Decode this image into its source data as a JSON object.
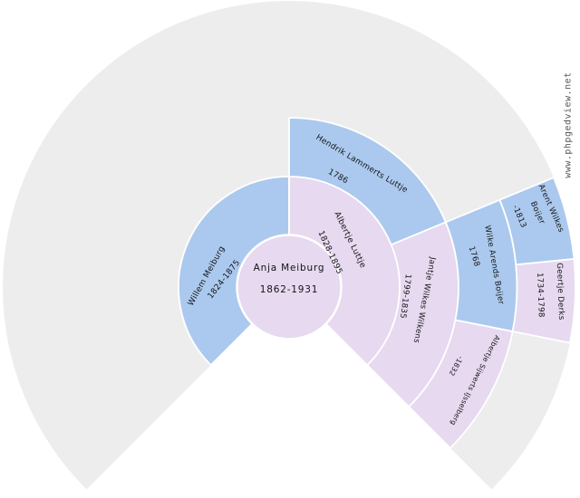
{
  "page": {
    "background_color": "#ffffff",
    "text_color": "#141414"
  },
  "watermark": {
    "text": "www.phpgedview.net"
  },
  "chart_data": {
    "type": "sunburst",
    "subtype": "genealogy-fan-chart",
    "fan_degrees": 270,
    "generations_shown": 5,
    "legend": {
      "male_color": "#abc9ee",
      "female_color": "#e6d9f0",
      "empty_color": "#ededed",
      "separator_color": "#ffffff"
    },
    "root": {
      "name": "Anja Meiburg",
      "dates": "1862-1931"
    },
    "people": [
      {
        "id": "anja-meiburg",
        "name": "Anja Meiburg",
        "dates": "1862-1931",
        "sex": "F",
        "generation": 0,
        "slot": 0
      },
      {
        "id": "willem-meiburg",
        "name": "Willem Meiburg",
        "dates": "1824-1875",
        "sex": "M",
        "generation": 1,
        "slot": 0
      },
      {
        "id": "albertje-luttje",
        "name": "Albertje Luttje",
        "dates": "1828-1895",
        "sex": "F",
        "generation": 1,
        "slot": 1
      },
      {
        "id": "hendrik-lammerts-luttje",
        "name": "Hendrik Lammerts Luttje",
        "dates": "1786",
        "sex": "M",
        "generation": 2,
        "slot": 2
      },
      {
        "id": "jantje-wilkes-wilkens",
        "name": "Jantje Wilkes Wilkens",
        "dates": "1799-1835",
        "sex": "F",
        "generation": 2,
        "slot": 3
      },
      {
        "id": "wilke-arends-boijer",
        "name": "Wilke Arends Boijer",
        "dates": "1768",
        "sex": "M",
        "generation": 3,
        "slot": 6
      },
      {
        "id": "albertje-sijwerts-ijsselberg",
        "name": "Albertje Sijwerts IJsselberg",
        "dates": "-1832",
        "sex": "F",
        "generation": 3,
        "slot": 7
      },
      {
        "id": "arent-wilkes-boijer",
        "name": "Arent Wilkes Boijer",
        "name_lines": [
          "Arent Wilkes",
          "Boijer"
        ],
        "dates": "-1813",
        "sex": "M",
        "generation": 4,
        "slot": 12
      },
      {
        "id": "geertje-derks",
        "name": "Geertje Derks",
        "dates": "1734-1798",
        "sex": "F",
        "generation": 4,
        "slot": 13
      }
    ]
  }
}
